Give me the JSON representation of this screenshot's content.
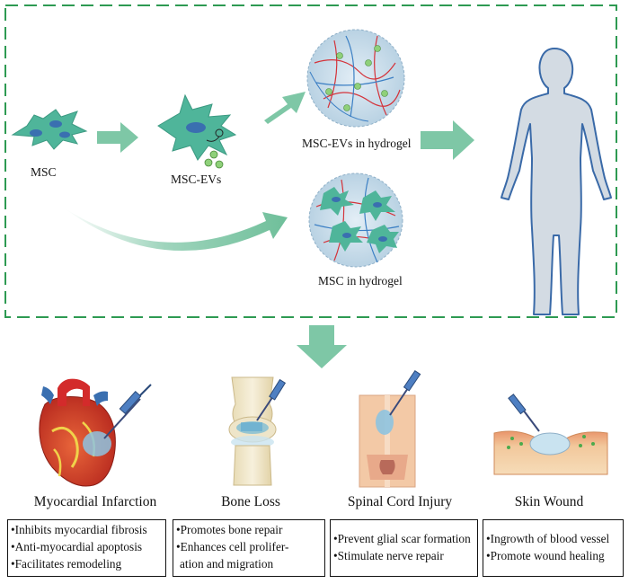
{
  "top_labels": {
    "msc": "MSC",
    "msc_evs": "MSC-EVs",
    "msc_evs_hydrogel": "MSC-EVs in hydrogel",
    "msc_hydrogel": "MSC in hydrogel"
  },
  "applications": [
    {
      "title": "Myocardial Infarction",
      "bullets": [
        "•Inhibits myocardial fibrosis",
        "•Anti-myocardial apoptosis",
        "•Facilitates remodeling"
      ]
    },
    {
      "title": "Bone Loss",
      "bullets": [
        "•Promotes bone  repair",
        "•Enhances cell prolifer-",
        "ation and migration"
      ]
    },
    {
      "title": "Spinal Cord Injury",
      "bullets": [
        "•Prevent glial scar formation",
        "•Stimulate nerve repair"
      ]
    },
    {
      "title": "Skin Wound",
      "bullets": [
        "•Ingrowth of blood vessel",
        "•Promote wound healing"
      ]
    }
  ],
  "colors": {
    "dashed_border": "#2e9a52",
    "arrow": "#7ec7a6",
    "cell": "#4fb59a",
    "nucleus": "#3a6fb0",
    "hydrogel": "#c5dbe9",
    "body": "#d3dbe3",
    "body_outline": "#3a6aa8"
  }
}
